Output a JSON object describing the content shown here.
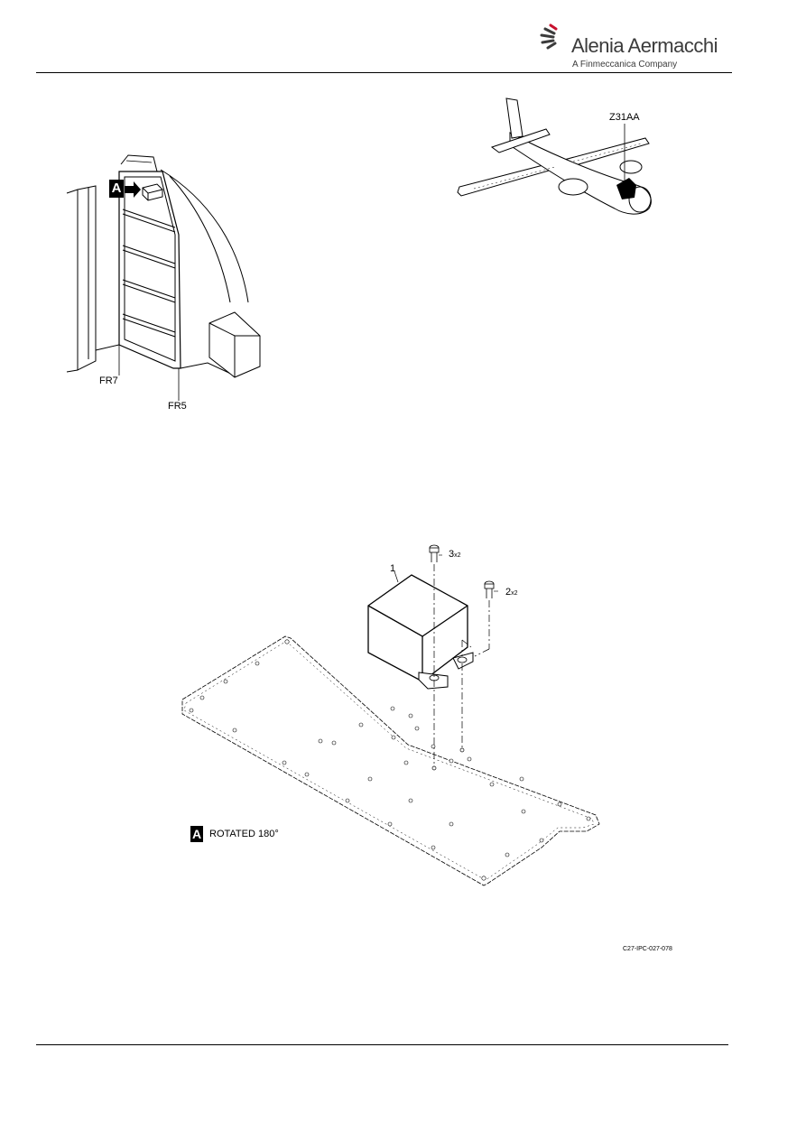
{
  "header": {
    "brand_name": "Alenia Aermacchi",
    "brand_tagline": "A Finmeccanica Company",
    "accent_color": "#c8102e"
  },
  "figure": {
    "zone_label": "Z31AA",
    "frame_labels": [
      "FR7",
      "FR5"
    ],
    "view_marker": "A",
    "view_note": "ROTATED 180°",
    "item_1": "1",
    "item_2": "2",
    "item_2_qty": "x2",
    "item_3": "3",
    "item_3_qty": "x2",
    "figure_code": "C27-IPC-027-078"
  }
}
